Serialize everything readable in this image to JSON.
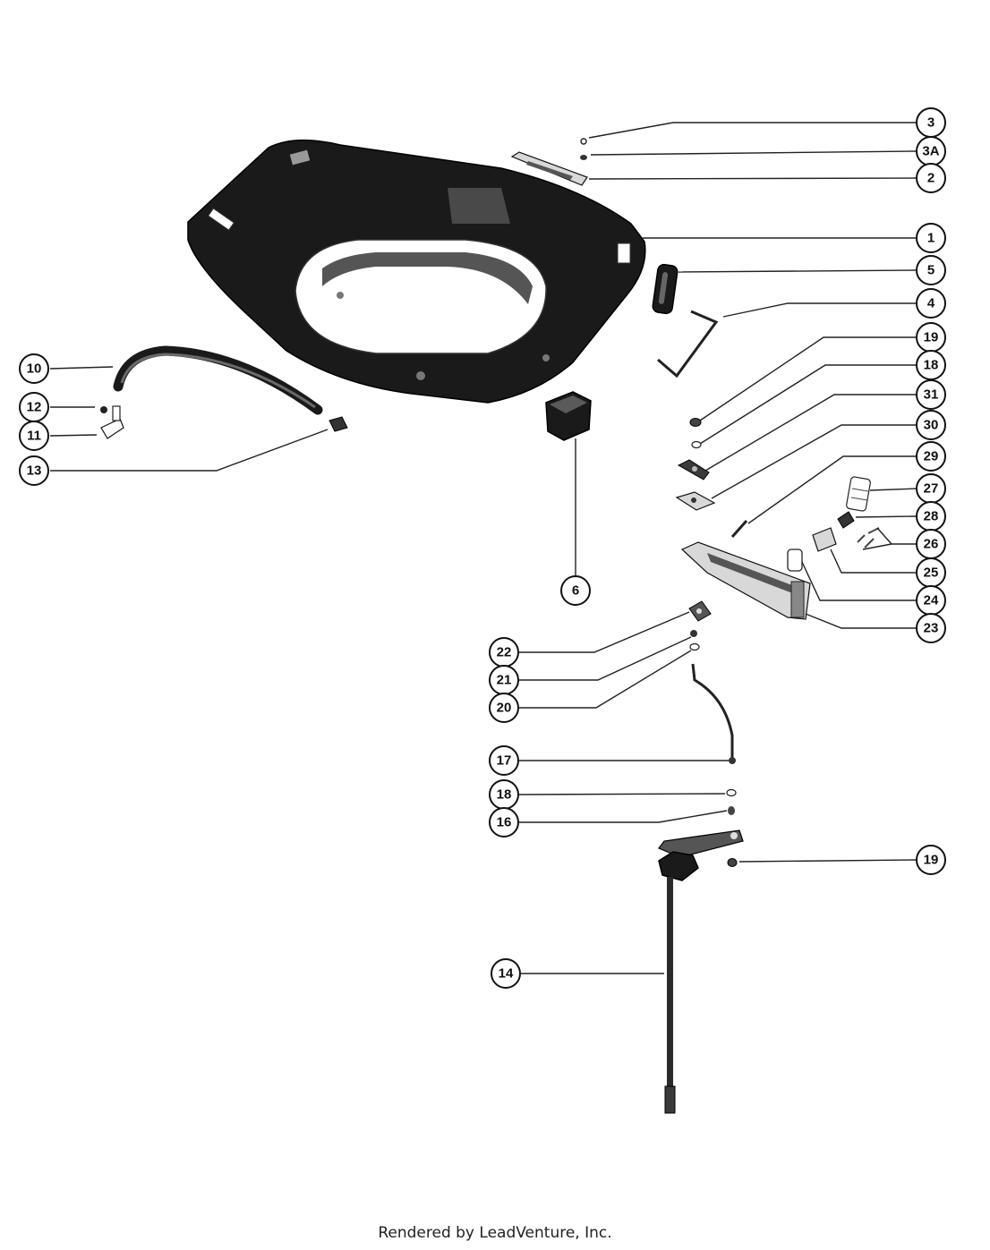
{
  "diagram": {
    "callouts": [
      "3",
      "3A",
      "2",
      "1",
      "5",
      "4",
      "19",
      "18",
      "31",
      "30",
      "29",
      "27",
      "28",
      "26",
      "25",
      "24",
      "23",
      "10",
      "12",
      "11",
      "13",
      "6",
      "22",
      "21",
      "20",
      "17",
      "18",
      "16",
      "19",
      "14"
    ]
  },
  "footer": {
    "credit": "Rendered by LeadVenture, Inc."
  }
}
